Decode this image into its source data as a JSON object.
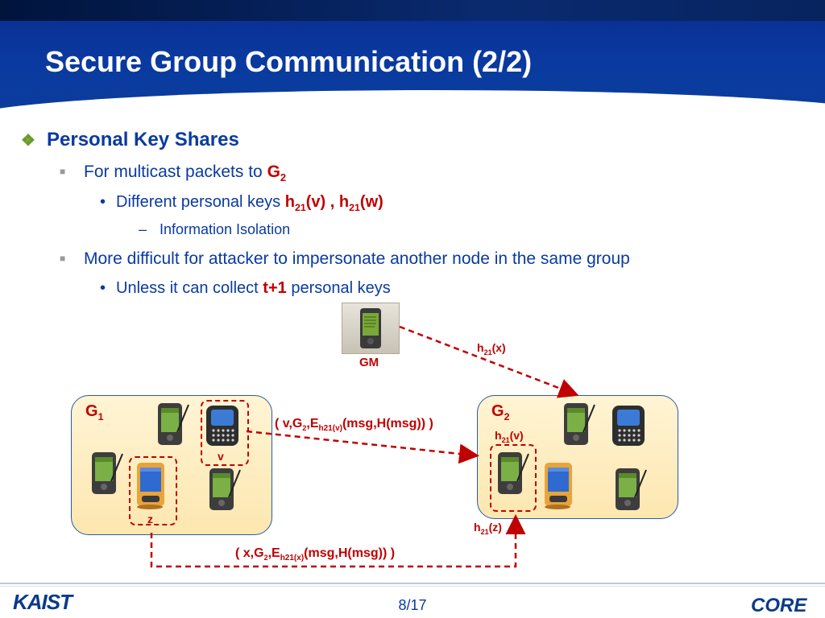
{
  "slide": {
    "title": "Secure Group Communication (2/2)",
    "page_number": "8/17"
  },
  "bullets": {
    "l1": "Personal Key Shares",
    "b1_text": "For multicast packets to ",
    "b1_G": "G",
    "b1_sub": "2",
    "b2_text": "Different personal keys ",
    "b2_h1": "h",
    "b2_h1_sub": "21",
    "b2_mid": "(v) , h",
    "b2_h2_sub": "21",
    "b2_end": "(w)",
    "b3_text": "Information Isolation",
    "b4_text": "More difficult for attacker to impersonate another node in the same group",
    "b5_pre": "Unless it can collect ",
    "b5_bold": "t+1",
    "b5_post": " personal keys"
  },
  "diagram": {
    "gm_label": "GM",
    "g1_label": "G",
    "g1_sub": "1",
    "g2_label": "G",
    "g2_sub": "2",
    "node_v": "v",
    "node_z": "z",
    "hx_label": "h",
    "hx_sub": "21",
    "hx_arg": "(x)",
    "hv_label": "h",
    "hv_sub": "21",
    "hv_arg": "(v)",
    "hz_label": "h",
    "hz_sub": "21",
    "hz_arg": "(z)",
    "msg1_pre": "( v,G",
    "msg1_g_sub": "2",
    "msg1_e": ",E",
    "msg1_e_sub": "h21(v)",
    "msg1_post": "(msg,H(msg)) )",
    "msg2_pre": "( x,G",
    "msg2_g_sub": "2",
    "msg2_e": ",E",
    "msg2_e_sub": "h21(x)",
    "msg2_post": "(msg,H(msg)) )"
  },
  "logos": {
    "left": "KAIST",
    "right": "CORE"
  }
}
